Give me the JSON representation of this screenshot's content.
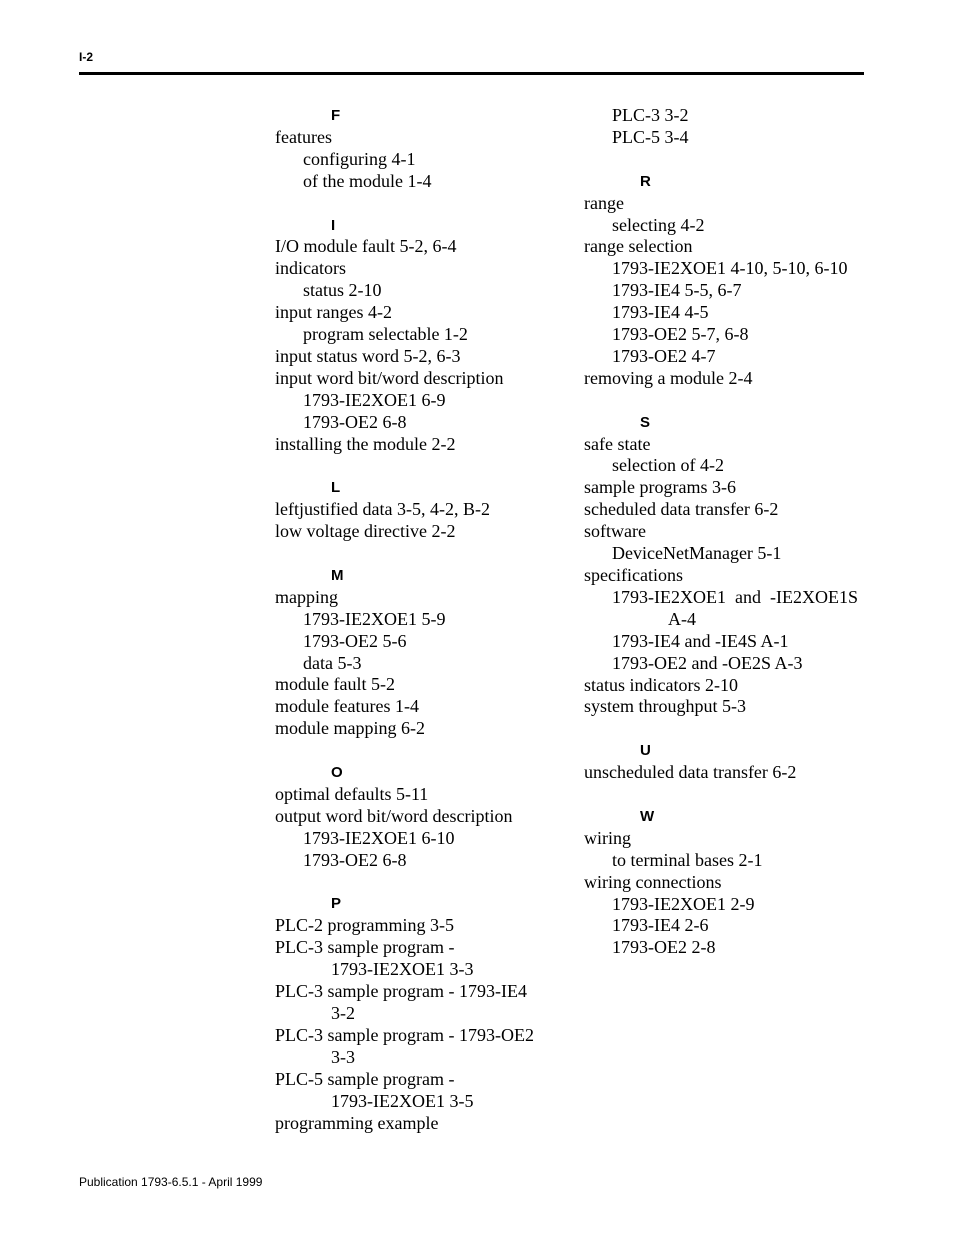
{
  "header": {
    "page_label": "I-2"
  },
  "footer": {
    "publication": "Publication 1793-6.5.1 - April 1999"
  },
  "left_column": {
    "F": {
      "letter": "F",
      "lines": [
        "features",
        "configuring 4-1",
        "of the module 1-4"
      ]
    },
    "I": {
      "letter": "I",
      "lines": [
        "I/O module fault 5-2, 6-4",
        "indicators",
        "status 2-10",
        "input ranges 4-2",
        "program selectable 1-2",
        "input status word 5-2, 6-3",
        "input word bit/word description",
        "1793-IE2XOE1 6-9",
        "1793-OE2 6-8",
        "installing the module 2-2"
      ]
    },
    "L": {
      "letter": "L",
      "lines": [
        "leftjustified data 3-5, 4-2, B-2",
        "low voltage directive 2-2"
      ]
    },
    "M": {
      "letter": "M",
      "lines": [
        "mapping",
        "1793-IE2XOE1 5-9",
        "1793-OE2 5-6",
        "data 5-3",
        "module fault 5-2",
        "module features 1-4",
        "module mapping 6-2"
      ]
    },
    "O": {
      "letter": "O",
      "lines": [
        "optimal defaults 5-11",
        "output word bit/word description",
        "1793-IE2XOE1 6-10",
        "1793-OE2 6-8"
      ]
    },
    "P": {
      "letter": "P",
      "lines": [
        "PLC-2 programming 3-5",
        "PLC-3 sample program -",
        "1793-IE2XOE1 3-3",
        "PLC-3 sample program - 1793-IE4",
        "3-2",
        "PLC-3 sample program - 1793-OE2",
        "3-3",
        "PLC-5 sample program -",
        "1793-IE2XOE1 3-5",
        "programming example"
      ]
    }
  },
  "right_column": {
    "P_cont": {
      "lines": [
        "PLC-3 3-2",
        "PLC-5 3-4"
      ]
    },
    "R": {
      "letter": "R",
      "lines": [
        "range",
        "selecting 4-2",
        "range selection",
        "1793-IE2XOE1 4-10, 5-10, 6-10",
        "1793-IE4 5-5, 6-7",
        "1793-IE4 4-5",
        "1793-OE2 5-7, 6-8",
        "1793-OE2 4-7",
        "removing a module 2-4"
      ]
    },
    "S": {
      "letter": "S",
      "lines": [
        "safe state",
        "selection of 4-2",
        "sample programs 3-6",
        "scheduled data transfer 6-2",
        "software",
        "DeviceNetManager 5-1",
        "specifications",
        "1793-IE2XOE1  and  -IE2XOE1S",
        "A-4",
        "1793-IE4 and -IE4S A-1",
        "1793-OE2 and -OE2S A-3",
        "status indicators 2-10",
        "system throughput 5-3"
      ]
    },
    "U": {
      "letter": "U",
      "lines": [
        "unscheduled data transfer 6-2"
      ]
    },
    "W": {
      "letter": "W",
      "lines": [
        "wiring",
        "to terminal bases 2-1",
        "wiring connections",
        "1793-IE2XOE1 2-9",
        "1793-IE4 2-6",
        "1793-OE2 2-8"
      ]
    }
  }
}
